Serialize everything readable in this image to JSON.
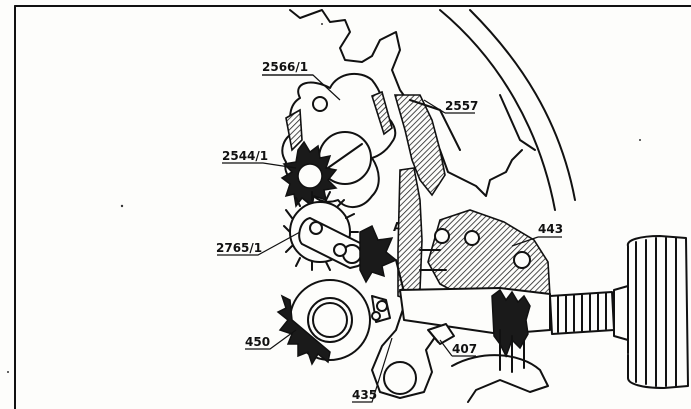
{
  "diagram": {
    "labels": [
      {
        "id": "part-2566-1",
        "text": "2566/1"
      },
      {
        "id": "part-2557",
        "text": "2557"
      },
      {
        "id": "part-2544-1",
        "text": "2544/1"
      },
      {
        "id": "part-2765-1",
        "text": "2765/1"
      },
      {
        "id": "part-443",
        "text": "443"
      },
      {
        "id": "part-450",
        "text": "450"
      },
      {
        "id": "part-407",
        "text": "407"
      },
      {
        "id": "part-435",
        "text": "435"
      },
      {
        "id": "marker-a",
        "text": "A"
      }
    ]
  }
}
